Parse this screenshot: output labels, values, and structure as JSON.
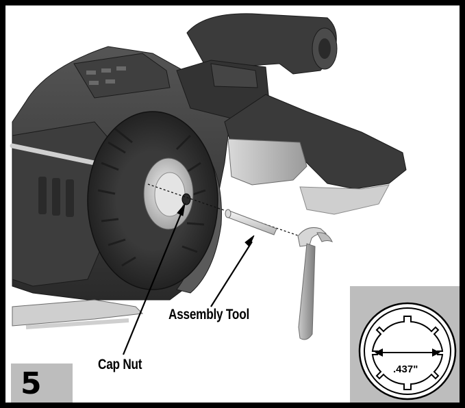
{
  "step_number": "5",
  "callouts": {
    "assembly_tool": "Assembly Tool",
    "cap_nut": "Cap Nut"
  },
  "inset": {
    "dimension": ".437\""
  },
  "colors": {
    "body_dark": "#2e2e2e",
    "body_mid": "#4a4a4a",
    "body_light": "#6b6b6b",
    "panel_grey": "#bdbdbd",
    "frame": "#000000"
  }
}
